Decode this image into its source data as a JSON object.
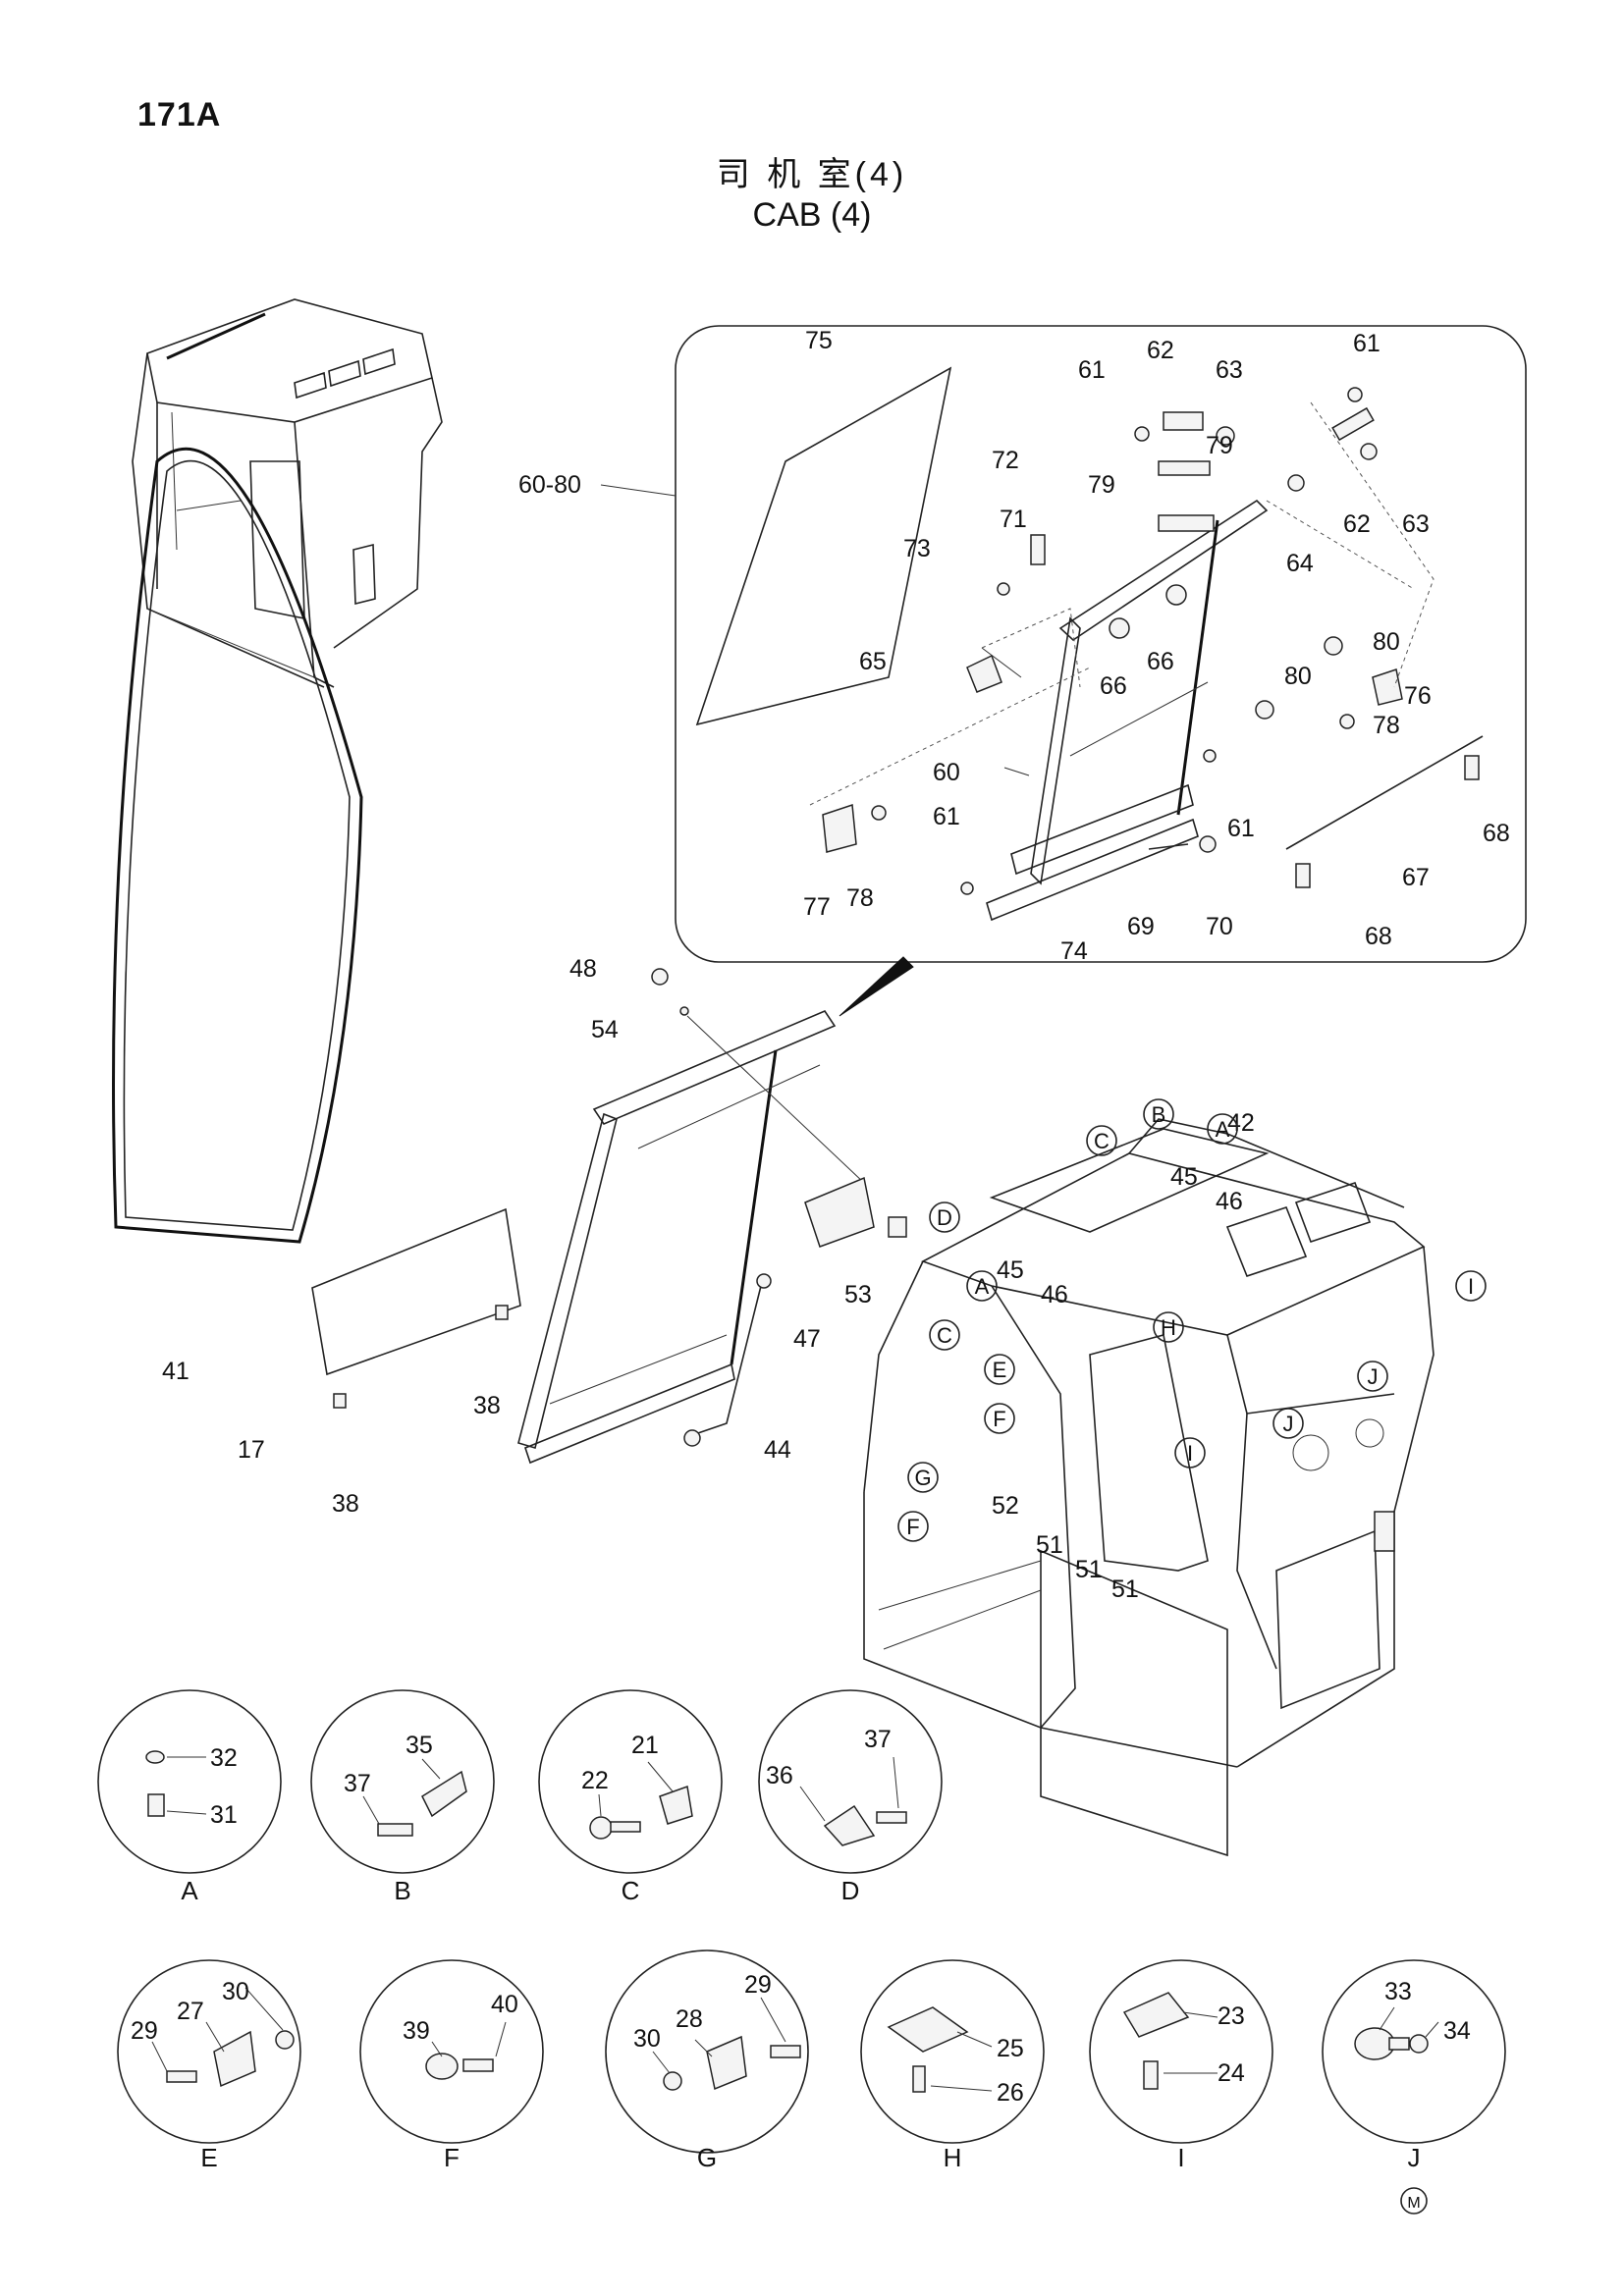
{
  "page_number": "171A",
  "title_cn": "司 机 室(4)",
  "title_en": "CAB (4)",
  "inset_label": "60-80",
  "inset_parts": [
    "75",
    "72",
    "71",
    "73",
    "65",
    "60",
    "61",
    "77",
    "78",
    "74",
    "69",
    "70",
    "66",
    "79",
    "62",
    "63",
    "64",
    "80",
    "76",
    "67",
    "68"
  ],
  "main_parts": [
    "41",
    "17",
    "38",
    "48",
    "54",
    "53",
    "47",
    "44",
    "42",
    "45",
    "46",
    "52",
    "51"
  ],
  "ref_markers": [
    "A",
    "B",
    "C",
    "D",
    "E",
    "F",
    "G",
    "H",
    "I",
    "J"
  ],
  "detail_views": [
    {
      "letter": "A",
      "parts": [
        "32",
        "31"
      ]
    },
    {
      "letter": "B",
      "parts": [
        "37",
        "35"
      ]
    },
    {
      "letter": "C",
      "parts": [
        "22",
        "21"
      ]
    },
    {
      "letter": "D",
      "parts": [
        "36",
        "37"
      ]
    },
    {
      "letter": "E",
      "parts": [
        "29",
        "27",
        "30"
      ]
    },
    {
      "letter": "F",
      "parts": [
        "39",
        "40"
      ]
    },
    {
      "letter": "G",
      "parts": [
        "30",
        "28",
        "29"
      ]
    },
    {
      "letter": "H",
      "parts": [
        "25",
        "26"
      ]
    },
    {
      "letter": "I",
      "parts": [
        "23",
        "24"
      ]
    },
    {
      "letter": "J",
      "parts": [
        "33",
        "34"
      ]
    }
  ],
  "mark": "M"
}
